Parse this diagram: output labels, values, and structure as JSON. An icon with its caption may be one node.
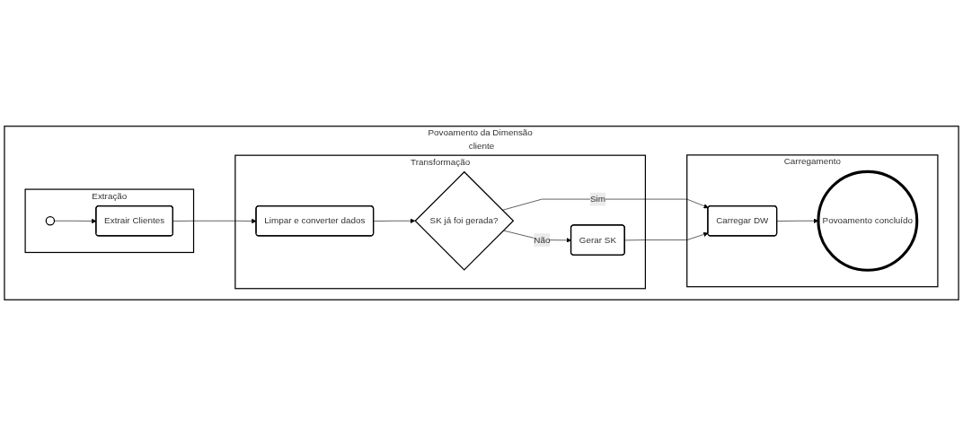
{
  "diagram": {
    "nodes": [
      {
        "text": [
          "Povoamento da Dimensão cliente"
        ]
      },
      {
        "text": [
          "Extração"
        ],
        "in": 0
      },
      {
        "text": [],
        "shape": "circle",
        "in": 1
      },
      {
        "text": [
          "Extrair Clientes"
        ],
        "in": 1
      },
      {
        "text": [
          "Transformação"
        ],
        "in": 0
      },
      {
        "text": [
          "Limpar e converter dados"
        ],
        "in": 4
      },
      {
        "text": [
          "SK já foi gerada?"
        ],
        "in": 4
      },
      {
        "text": [
          "Gerar SK"
        ],
        "in": 4
      },
      {
        "text": [
          "Carregamento"
        ],
        "in": 0
      },
      {
        "text": [
          "Carregar DW"
        ],
        "in": 8
      },
      {
        "text": [
          "Povoamento concluído"
        ],
        "in": 8
      }
    ],
    "edges": [
      {
        "from": 2,
        "to": 3,
        "arrow": "to"
      },
      {
        "from": 3,
        "to": 5,
        "arrow": "to"
      },
      {
        "from": 5,
        "to": 6,
        "arrow": "to"
      },
      {
        "from": 6,
        "to": 7,
        "label": "Não",
        "arrow": "to"
      },
      {
        "from": 6,
        "to": 9,
        "label": "Sim",
        "arrow": "to"
      },
      {
        "from": 7,
        "to": 9,
        "arrow": "to"
      },
      {
        "from": 9,
        "to": 10,
        "arrow": "to"
      }
    ]
  }
}
